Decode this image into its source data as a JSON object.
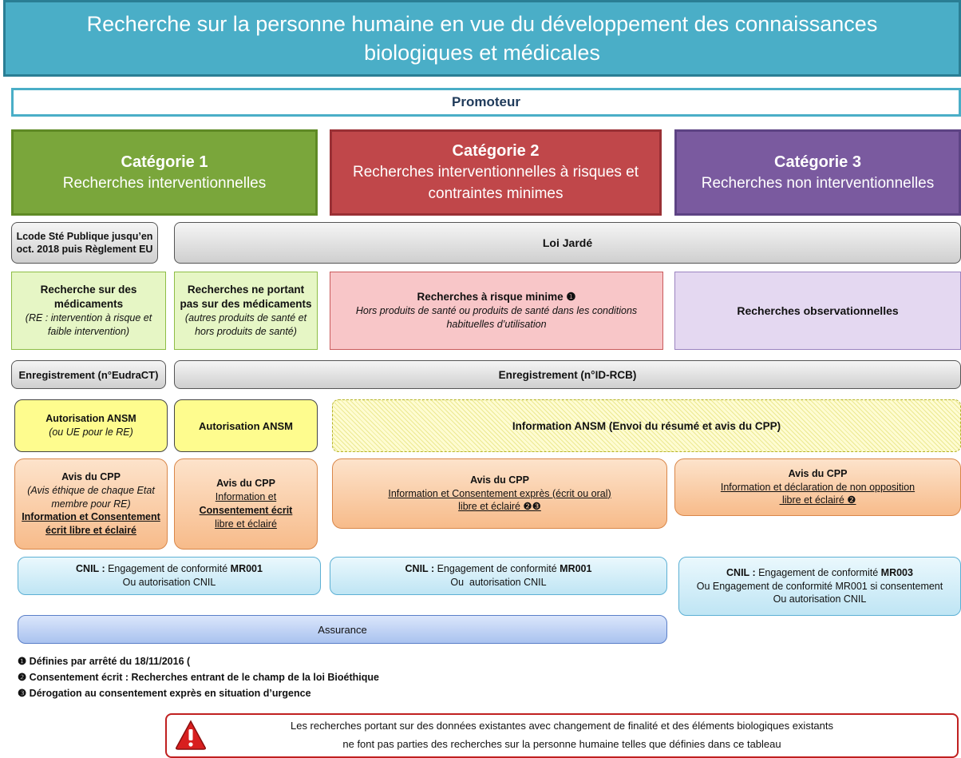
{
  "title": {
    "line1": "Recherche sur la personne humaine en vue du développement des connaissances",
    "line2": "biologiques et médicales"
  },
  "promoteur": "Promoteur",
  "categories": [
    {
      "label": "Catégorie 1",
      "line1": "Recherches interventionnelles",
      "line2": "",
      "color": "#7aa63b"
    },
    {
      "label": "Catégorie 2",
      "line1": "Recherches interventionnelles à risques et",
      "line2": "contraintes minimes",
      "color": "#c0474a"
    },
    {
      "label": "Catégorie 3",
      "line1": "Recherches non interventionnelles",
      "line2": "",
      "color": "#7a5a9f"
    }
  ],
  "laws": {
    "left_line1": "Lcode Sté Publique jusqu’en",
    "left_line2": "oct. 2018 puis Règlement EU",
    "right": "Loi Jardé"
  },
  "research": {
    "med": {
      "title1": "Recherche sur des",
      "title2": "médicaments",
      "sub1": "(RE : intervention à risque et",
      "sub2": "faible intervention)"
    },
    "nonmed": {
      "title1": "Recherches ne portant",
      "title2": "pas sur des médicaments",
      "sub1": "(autres produits de santé et",
      "sub2": "hors produits de santé)"
    },
    "risk": {
      "title": "Recherches à risque minime ❶",
      "sub1": "Hors produits de santé ou produits de santé dans les conditions",
      "sub2": "habituelles d’utilisation"
    },
    "obs": {
      "title": "Recherches observationnelles"
    }
  },
  "registration": {
    "left": "Enregistrement (n°EudraCT)",
    "right": "Enregistrement  (n°ID-RCB)"
  },
  "ansm": {
    "cat1_title": "Autorisation ANSM",
    "cat1_sub": "(ou UE pour le RE)",
    "cat1b": "Autorisation ANSM",
    "info": "Information ANSM (Envoi du résumé et avis du CPP)"
  },
  "cpp": {
    "c1": {
      "title": "Avis du CPP",
      "l1": "(Avis éthique de chaque Etat",
      "l2": "membre pour RE)",
      "l3": "Information et Consentement",
      "l4": "écrit libre et éclairé"
    },
    "c2": {
      "title": "Avis du CPP",
      "l1": "Information et",
      "l2": "Consentement écrit",
      "l3": "libre et éclairé"
    },
    "c3": {
      "title": "Avis du CPP",
      "l1": "Information et Consentement exprès (écrit ou oral)",
      "l2": "libre et éclairé ❷❸"
    },
    "c4": {
      "title": "Avis du CPP",
      "l1": "Information et déclaration de non opposition",
      "l2": " libre et éclairé ❷"
    }
  },
  "cnil": {
    "c1": {
      "label": "CNIL :",
      "l1": " Engagement de conformité ",
      "code": "MR001",
      "l2": "Ou autorisation CNIL"
    },
    "c2": {
      "label": "CNIL :",
      "l1": " Engagement de conformité ",
      "code": "MR001",
      "l2": "Ou  autorisation CNIL"
    },
    "c3": {
      "label": "CNIL :",
      "l1": " Engagement de conformité ",
      "code": "MR003",
      "l2": "Ou Engagement de conformité MR001 si consentement",
      "l3": "Ou autorisation CNIL"
    }
  },
  "assurance": "Assurance",
  "notes": [
    "❶ Définies par  arrêté du 18/11/2016 (",
    "❷ Consentement écrit : Recherches entrant de le champ de la loi Bioéthique",
    "❸ Dérogation au consentement exprès en situation d’urgence"
  ],
  "warning": {
    "icon": "warning-icon",
    "line1": "Les recherches portant sur des données existantes avec changement de finalité et des éléments biologiques existants",
    "line2": "ne font pas parties des recherches sur la personne humaine telles que définies dans ce tableau"
  }
}
